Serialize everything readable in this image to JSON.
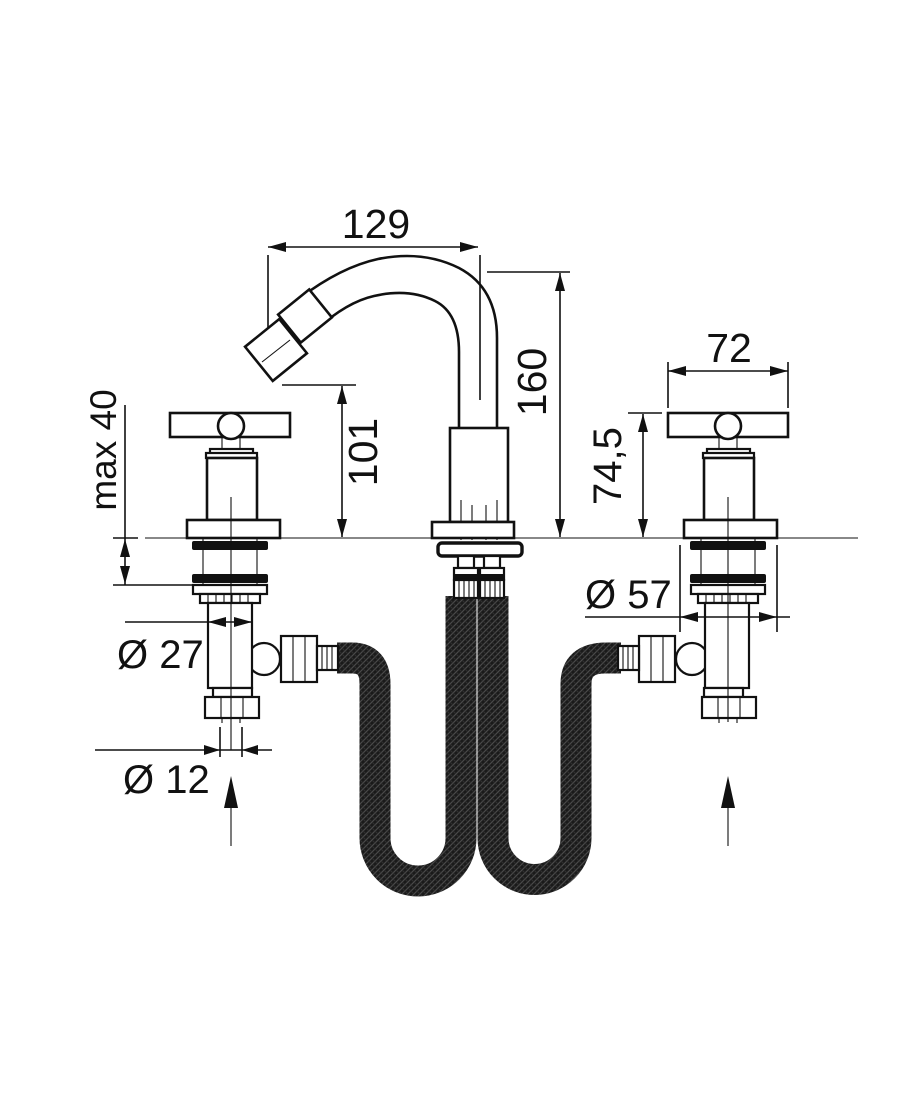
{
  "drawing": {
    "dimensions": {
      "spout_reach": "129",
      "spout_height": "160",
      "outlet_height": "101",
      "max_deck_thickness": "max 40",
      "handle_span": "72",
      "handle_height": "74,5",
      "flange_diameter": "Ø 57",
      "valve_body_diameter": "Ø 27",
      "inlet_diameter": "Ø 12"
    }
  }
}
